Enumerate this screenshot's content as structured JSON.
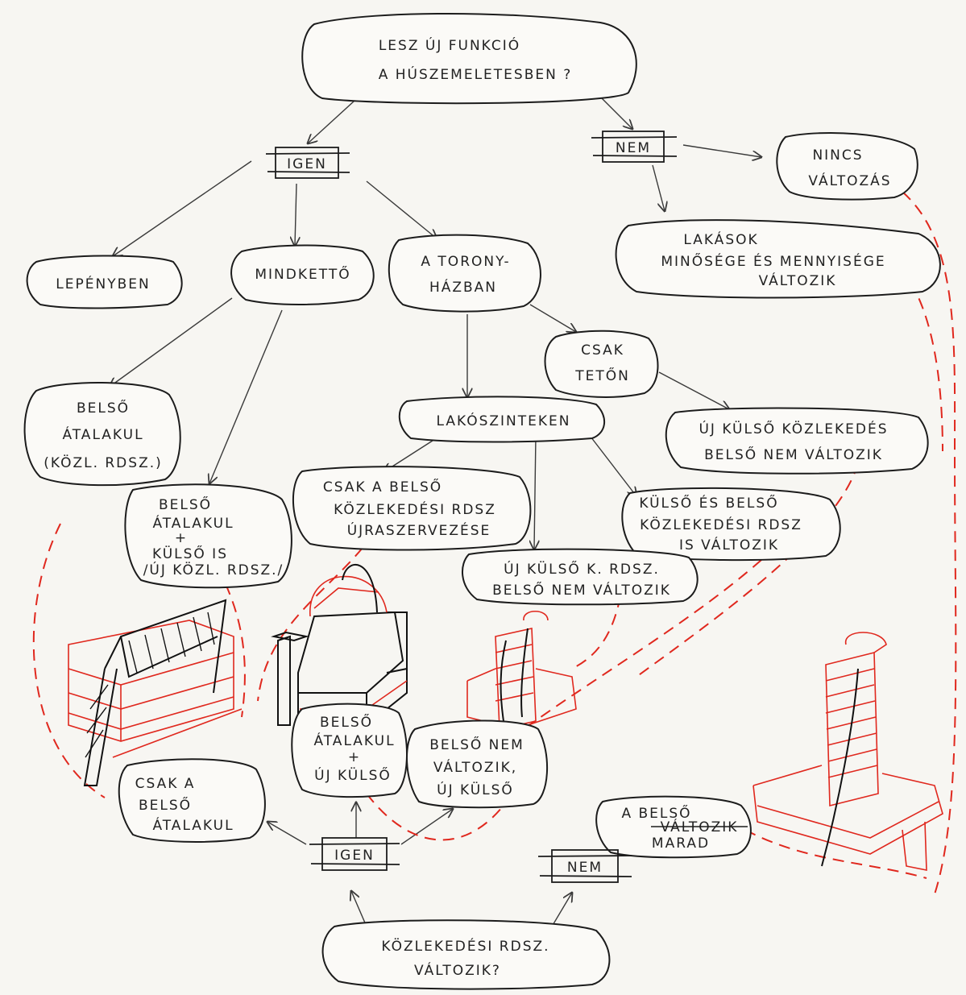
{
  "colors": {
    "ink": "#1c1c1c",
    "red": "#e0281e",
    "paper": "#f7f6f2"
  },
  "top_question": {
    "line1": "LESZ ÚJ FUNKCIÓ",
    "line2": "A HÚSZEMELETESBEN ?"
  },
  "top_yes": "IGEN",
  "top_no": "NEM",
  "no_change": {
    "line1": "NINCS",
    "line2": "VÁLTOZÁS"
  },
  "apartments": {
    "line1": "LAKÁSOK",
    "line2": "MINŐSÉGE ÉS MENNYISÉGE",
    "line3": "VÁLTOZIK"
  },
  "lepenyben": "LEPÉNYBEN",
  "mindketto": "MINDKETTŐ",
  "torony": {
    "line1": "A TORONY-",
    "line2": "HÁZBAN"
  },
  "csak_teton": {
    "line1": "CSAK",
    "line2": "TETŐN"
  },
  "lakoszinteken": "LAKÓSZINTEKEN",
  "belso_atalakul_kozl": {
    "line1": "BELSŐ",
    "line2": "ÁTALAKUL",
    "line3": "(KÖZL. RDSZ.)"
  },
  "belso_atalakul_kulso": {
    "line1": "BELSŐ",
    "line2": "ÁTALAKUL",
    "line3": "+",
    "line4": "KÜLSŐ IS",
    "line5": "/ÚJ KÖZL. RDSZ./"
  },
  "csak_belso_kozl": {
    "line1": "CSAK A BELSŐ",
    "line2": "KÖZLEKEDÉSI RDSZ",
    "line3": "ÚJRASZERVEZÉSE"
  },
  "uj_kulso_teton": {
    "line1": "ÚJ KÜLSŐ KÖZLEKEDÉS",
    "line2": "BELSŐ NEM VÁLTOZIK"
  },
  "kulso_es_belso": {
    "line1": "KÜLSŐ ÉS BELSŐ",
    "line2": "KÖZLEKEDÉSI RDSZ",
    "line3": "IS VÁLTOZIK"
  },
  "uj_kulso_k": {
    "line1": "ÚJ KÜLSŐ K. RDSZ.",
    "line2": "BELSŐ NEM VÁLTOZIK"
  },
  "bottom_belso_kulso": {
    "line1": "BELSŐ",
    "line2": "ÁTALAKUL",
    "line3": "+",
    "line4": "ÚJ KÜLSŐ"
  },
  "bottom_belso_nem": {
    "line1": "BELSŐ NEM",
    "line2": "VÁLTOZIK,",
    "line3": "ÚJ KÜLSŐ"
  },
  "bottom_csak_belso": {
    "line1": "CSAK A",
    "line2": "BELSŐ",
    "line3": "ÁTALAKUL"
  },
  "bottom_marad": {
    "line1": "A BELSŐ",
    "line2": "VÁLTOZIK",
    "line3": "MARAD"
  },
  "bottom_yes": "IGEN",
  "bottom_no": "NEM",
  "bottom_question": {
    "line1": "KÖZLEKEDÉSI RDSZ.",
    "line2": "VÁLTOZIK?"
  }
}
